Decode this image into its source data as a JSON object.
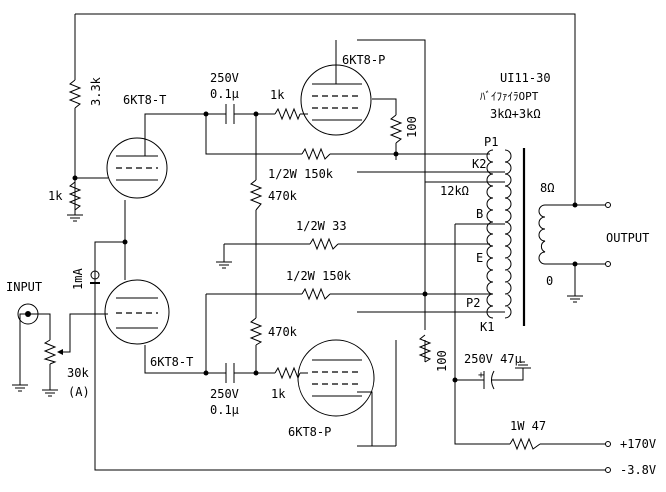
{
  "title": "",
  "tubes": {
    "driver_top": "6KT8-T",
    "driver_bottom": "6KT8-T",
    "power_top": "6KT8-P",
    "power_bottom": "6KT8-P"
  },
  "resistors": {
    "plate_load": "3.3k",
    "cathode": "1k",
    "grid_stop_top": "1k",
    "grid_stop_bottom": "1k",
    "grid_leak_top": "470k",
    "grid_leak_bottom": "470k",
    "nfb_top": "1/2W 150k",
    "nfb_bottom": "1/2W 150k",
    "center_tap": "1/2W 33",
    "screen_top": "100",
    "screen_bottom": "100",
    "supply": "1W 47",
    "input_pot": "30k",
    "input_pot_taper": "(A)"
  },
  "capacitors": {
    "coupling_top_v": "250V",
    "coupling_top_c": "0.1μ",
    "coupling_bottom_v": "250V",
    "coupling_bottom_c": "0.1μ",
    "electrolytic": "250V 47μ"
  },
  "transformer": {
    "model": "UI11-30",
    "type": "ﾊﾞｲﾌｧｲﾗOPT",
    "impedance": "3kΩ+3kΩ",
    "primary_impedance": "12kΩ",
    "taps": [
      "P1",
      "K2",
      "B",
      "E",
      "P2",
      "K1"
    ],
    "secondary_hot": "8Ω",
    "secondary_common": "0"
  },
  "meter": "1mA",
  "labels": {
    "input": "INPUT",
    "output": "OUTPUT",
    "plus_supply": "+170V",
    "minus_supply": "-3.8V"
  }
}
